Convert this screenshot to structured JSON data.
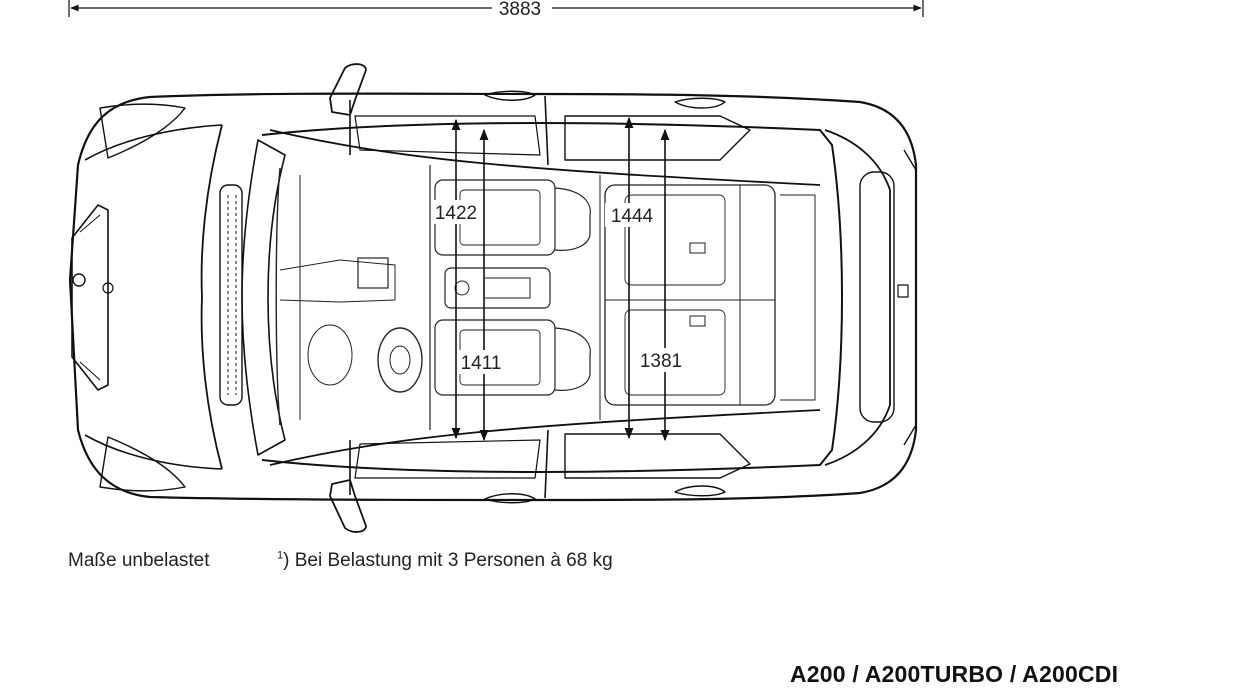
{
  "dimensions": {
    "overall_length": "3883",
    "front_headroom_upper": "1422",
    "rear_headroom_upper": "1444",
    "front_headroom_lower": "1411",
    "rear_headroom_lower": "1381"
  },
  "notes": {
    "unloaded": "Maße unbelastet",
    "footnote_marker": "1",
    "footnote_text": ") Bei Belastung mit 3 Personen à 68 kg"
  },
  "title": "A200 / A200TURBO / A200CDI",
  "colors": {
    "line": "#111111",
    "background": "#ffffff"
  }
}
